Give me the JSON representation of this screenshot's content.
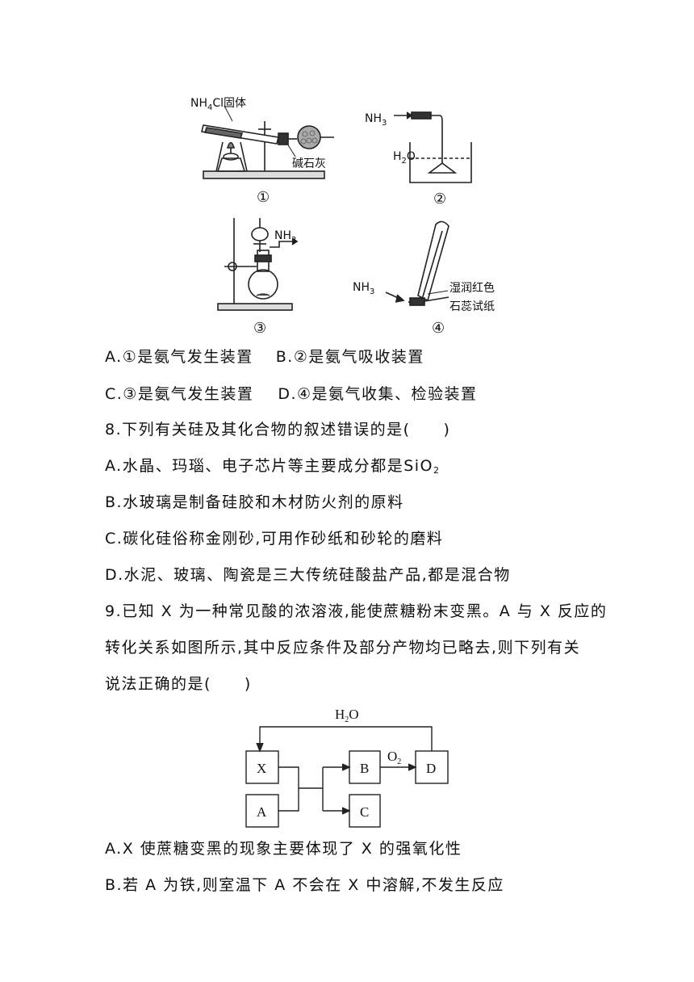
{
  "apparatus": {
    "fig1": {
      "solid_label": "NH",
      "solid_sub": "4",
      "solid_suffix": "Cl固体",
      "absorbent": "碱石灰",
      "number": "①"
    },
    "fig2": {
      "gas": "NH",
      "gas_sub": "3",
      "liquid": "H",
      "liquid_sub": "2",
      "liquid_suffix": "O",
      "number": "②"
    },
    "fig3": {
      "gas": "NH",
      "gas_sub": "3",
      "number": "③"
    },
    "fig4": {
      "gas": "NH",
      "gas_sub": "3",
      "paper_line1": "湿润红色",
      "paper_line2": "石蕊试纸",
      "number": "④"
    }
  },
  "q7_options": {
    "a": "A.①是氨气发生装置",
    "b": "B.②是氨气吸收装置",
    "c": "C.③是氨气发生装置",
    "d": "D.④是氨气收集、检验装置"
  },
  "q8": {
    "stem": "8.下列有关硅及其化合物的叙述错误的是(　　)",
    "a": "A.水晶、玛瑙、电子芯片等主要成分都是SiO",
    "a_sub": "2",
    "b": "B.水玻璃是制备硅胶和木材防火剂的原料",
    "c": "C.碳化硅俗称金刚砂,可用作砂纸和砂轮的磨料",
    "d": "D.水泥、玻璃、陶瓷是三大传统硅酸盐产品,都是混合物"
  },
  "q9": {
    "stem_line1": "9.已知 X 为一种常见酸的浓溶液,能使蔗糖粉末变黑。A 与 X 反应的",
    "stem_line2": "转化关系如图所示,其中反应条件及部分产物均已略去,则下列有关",
    "stem_line3": "说法正确的是(　　)",
    "diagram": {
      "x": "X",
      "a": "A",
      "b": "B",
      "c": "C",
      "d": "D",
      "water": "H",
      "water_sub": "2",
      "water_suffix": "O",
      "oxygen": "O",
      "oxygen_sub": "2"
    },
    "a": "A.X 使蔗糖变黑的现象主要体现了 X 的强氧化性",
    "b": "B.若 A 为铁,则室温下 A 不会在 X 中溶解,不发生反应"
  }
}
